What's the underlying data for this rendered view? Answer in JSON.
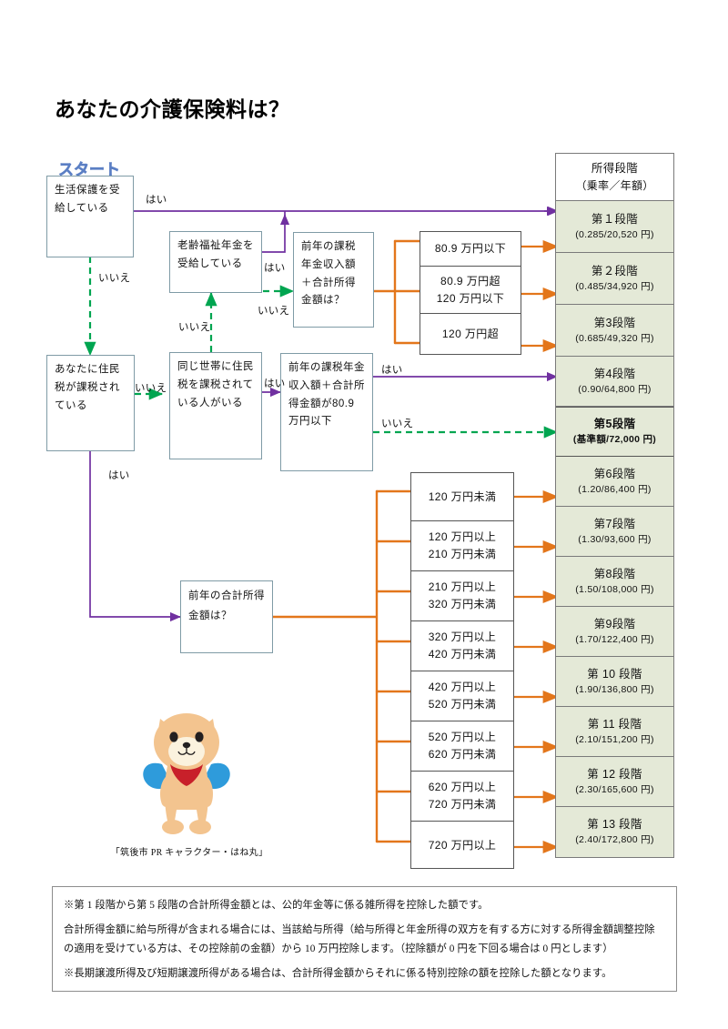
{
  "document": {
    "title": "あなたの介護保険料は？",
    "start_label": "スタート"
  },
  "decisions": [
    {
      "id": "d1",
      "text": "生活保護を受給している"
    },
    {
      "id": "d2",
      "text": "老齢福祉年金を受給している"
    },
    {
      "id": "d3",
      "text": "前年の課税年金収入額＋合計所得金額は？"
    },
    {
      "id": "d4",
      "text": "あなたに住民税が課税されている"
    },
    {
      "id": "d5",
      "text": "同じ世帯に住民税を課税されている人がいる"
    },
    {
      "id": "d6",
      "text": "前年の課税年金収入額＋合計所得金額が80.9 万円以下"
    },
    {
      "id": "d7",
      "text": "前年の合計所得金額は？"
    }
  ],
  "edge_labels": {
    "yes": "はい",
    "no": "いいえ"
  },
  "range_groups": [
    {
      "id": "upper-ranges",
      "rows": [
        {
          "lines": [
            "80.9 万円以下"
          ]
        },
        {
          "lines": [
            "80.9 万円超",
            "120 万円以下"
          ]
        },
        {
          "lines": [
            "120 万円超"
          ]
        }
      ]
    },
    {
      "id": "lower-ranges",
      "rows": [
        {
          "lines": [
            "120 万円未満"
          ]
        },
        {
          "lines": [
            "120 万円以上",
            "210 万円未満"
          ]
        },
        {
          "lines": [
            "210 万円以上",
            "320 万円未満"
          ]
        },
        {
          "lines": [
            "320 万円以上",
            "420 万円未満"
          ]
        },
        {
          "lines": [
            "420 万円以上",
            "520 万円未満"
          ]
        },
        {
          "lines": [
            "520 万円以上",
            "620 万円未満"
          ]
        },
        {
          "lines": [
            "620 万円以上",
            "720 万円未満"
          ]
        },
        {
          "lines": [
            "720 万円以上"
          ]
        }
      ]
    }
  ],
  "stage_table": {
    "header": {
      "name": "所得段階",
      "rate": "（乗率／年額）"
    },
    "rows": [
      {
        "name": "第１段階",
        "rate": "(0.285/20,520 円)"
      },
      {
        "name": "第２段階",
        "rate": "(0.485/34,920 円)"
      },
      {
        "name": "第3段階",
        "rate": "(0.685/49,320 円)"
      },
      {
        "name": "第4段階",
        "rate": "(0.90/64,800 円)"
      },
      {
        "name": "第5段階",
        "rate": "(基準額/72,000 円)"
      },
      {
        "name": "第6段階",
        "rate": "(1.20/86,400 円)"
      },
      {
        "name": "第7段階",
        "rate": "(1.30/93,600 円)"
      },
      {
        "name": "第8段階",
        "rate": "(1.50/108,000 円)"
      },
      {
        "name": "第9段階",
        "rate": "(1.70/122,400 円)"
      },
      {
        "name": "第 10 段階",
        "rate": "(1.90/136,800 円)"
      },
      {
        "name": "第 11 段階",
        "rate": "(2.10/151,200 円)"
      },
      {
        "name": "第 12 段階",
        "rate": "(2.30/165,600 円)"
      },
      {
        "name": "第 13 段階",
        "rate": "(2.40/172,800 円)"
      }
    ]
  },
  "mascot": {
    "caption": "「筑後市 PR キャラクター・はね丸」",
    "body_color": "#f3c48f",
    "wing_color": "#2e9bdb",
    "scarf_color": "#c8202a"
  },
  "footnote": {
    "line1": "※第 1 段階から第 5 段階の合計所得金額とは、公的年金等に係る雑所得を控除した額です。",
    "line2": "合計所得金額に給与所得が含まれる場合には、当該給与所得（給与所得と年金所得の双方を有する方に対する所得金額調整控除の適用を受けている方は、その控除前の金額）から 10 万円控除します。（控除額が 0 円を下回る場合は 0 円とします）",
    "line3": "※長期譲渡所得及び短期譲渡所得がある場合は、合計所得金額からそれに係る特別控除の額を控除した額となります。"
  },
  "colors": {
    "purple": "#7030a0",
    "green": "#00a550",
    "orange": "#e3761b",
    "box_border": "#7f9ba6",
    "stage_bg": "#e4e9d7"
  }
}
